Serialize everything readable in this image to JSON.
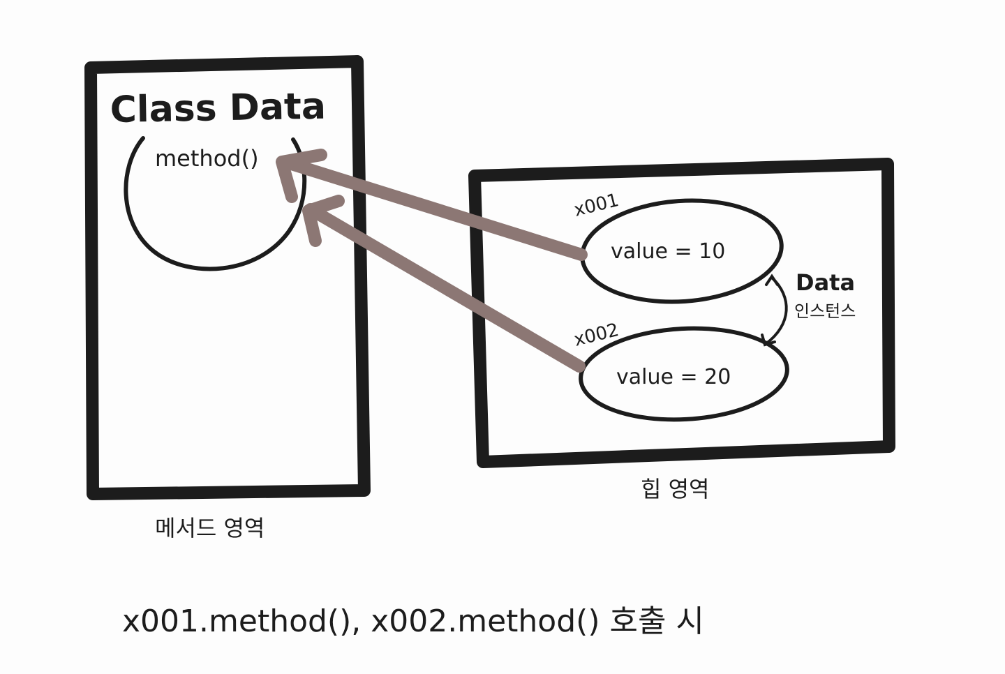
{
  "method_area": {
    "title": "Class Data",
    "method_label": "method()",
    "caption": "메서드 영역"
  },
  "heap_area": {
    "caption": "힙 영역",
    "instances": [
      {
        "address": "x001",
        "content": "value = 10"
      },
      {
        "address": "x002",
        "content": "value = 20"
      }
    ],
    "instance_label_line1": "Data",
    "instance_label_line2": "인스턴스"
  },
  "footer": {
    "text": "x001.method(), x002.method() 호출 시"
  },
  "colors": {
    "ink": "#1c1c1c",
    "arrow": "#8c7774",
    "background": "#fdfdfd"
  }
}
